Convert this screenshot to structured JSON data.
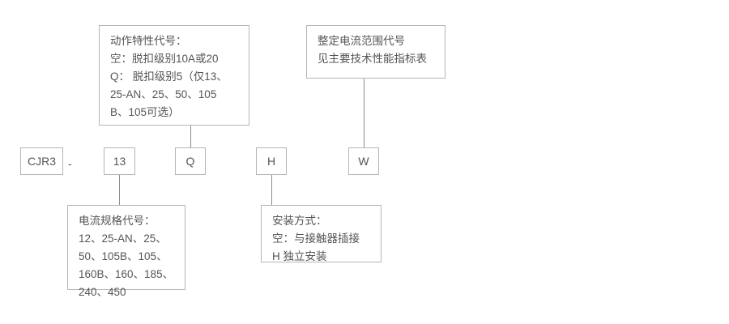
{
  "diagram": {
    "title_code": "CJR3-13QHW",
    "separator": "-",
    "colors": {
      "border": "#b5b5b5",
      "line": "#8c8c8c",
      "text": "#555555",
      "background": "#ffffff"
    }
  },
  "code_row": {
    "series": "CJR3",
    "current_spec": "13",
    "action_characteristic": "Q",
    "mounting": "H",
    "setting_range": "W"
  },
  "notes": {
    "action_characteristic": {
      "heading": "动作特性代号：",
      "lines": [
        "空：脱扣级别10A或20",
        "Q： 脱扣级别5（仅13、",
        "25-AN、25、50、105",
        "B、105可选）"
      ],
      "text": "动作特性代号：\n空：脱扣级别10A或20\nQ： 脱扣级别5（仅13、\n25-AN、25、50、105\nB、105可选）"
    },
    "setting_range": {
      "heading": "整定电流范围代号",
      "lines": [
        "见主要技术性能指标表"
      ],
      "text": "整定电流范围代号\n见主要技术性能指标表"
    },
    "current_spec": {
      "heading": "电流规格代号：",
      "lines": [
        "12、25-AN、25、",
        "50、105B、105、",
        "160B、160、185、",
        "240、450"
      ],
      "text": "电流规格代号：\n12、25-AN、25、\n50、105B、105、\n160B、160、185、\n240、450"
    },
    "mounting": {
      "heading": "安装方式：",
      "lines": [
        "空：与接触器插接",
        "H   独立安装"
      ],
      "text": "安装方式：\n空：与接触器插接\nH   独立安装"
    }
  }
}
